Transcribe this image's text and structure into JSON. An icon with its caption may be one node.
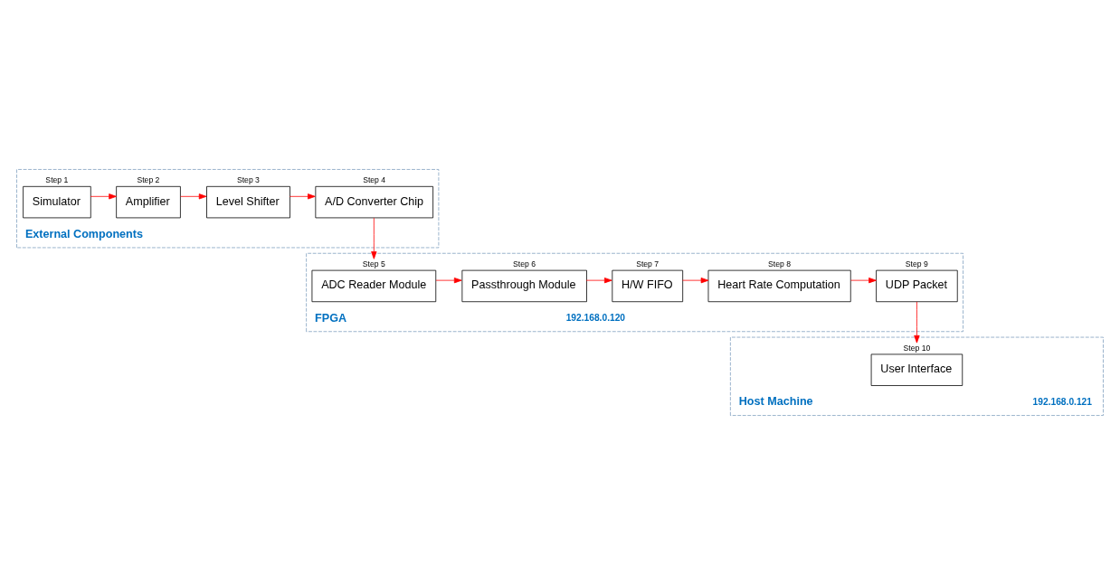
{
  "diagram": {
    "nodes": [
      {
        "text": [
          "External Components"
        ]
      },
      {
        "text": [
          "Step 1",
          "Simulator"
        ],
        "in": 0
      },
      {
        "text": [
          "Step 2",
          "Amplifier"
        ],
        "in": 0
      },
      {
        "text": [
          "Step 3",
          "Level Shifter"
        ],
        "in": 0
      },
      {
        "text": [
          "Step 4",
          "A/D Converter Chip"
        ],
        "in": 0
      },
      {
        "text": [
          "FPGA"
        ],
        "beside": [
          "192.168.0.120"
        ]
      },
      {
        "text": [
          "Step 5",
          "ADC Reader Module"
        ],
        "in": 5
      },
      {
        "text": [
          "Step 6",
          "Passthrough Module"
        ],
        "in": 5
      },
      {
        "text": [
          "Step 7",
          "H/W FIFO"
        ],
        "in": 5
      },
      {
        "text": [
          "Step 8",
          "Heart Rate Computation"
        ],
        "in": 5
      },
      {
        "text": [
          "Step 9",
          "UDP Packet"
        ],
        "in": 5
      },
      {
        "text": [
          "Host Machine"
        ],
        "beside": [
          "192.168.0.121"
        ]
      },
      {
        "text": [
          "Step 10",
          "User Interface"
        ],
        "in": 11
      }
    ],
    "edges": [
      {
        "from": 1,
        "to": 2,
        "arrow": "to",
        "color": "#ff0000"
      },
      {
        "from": 2,
        "to": 3,
        "arrow": "to",
        "color": "#ff0000"
      },
      {
        "from": 3,
        "to": 4,
        "arrow": "to",
        "color": "#ff0000"
      },
      {
        "from": 4,
        "to": 6,
        "arrow": "to",
        "color": "#ff0000"
      },
      {
        "from": 6,
        "to": 7,
        "arrow": "to",
        "color": "#ff0000"
      },
      {
        "from": 7,
        "to": 8,
        "arrow": "to",
        "color": "#ff0000"
      },
      {
        "from": 8,
        "to": 9,
        "arrow": "to",
        "color": "#ff0000"
      },
      {
        "from": 9,
        "to": 10,
        "arrow": "to",
        "color": "#ff0000"
      },
      {
        "from": 10,
        "to": 12,
        "arrow": "to",
        "color": "#ff0000"
      }
    ]
  }
}
